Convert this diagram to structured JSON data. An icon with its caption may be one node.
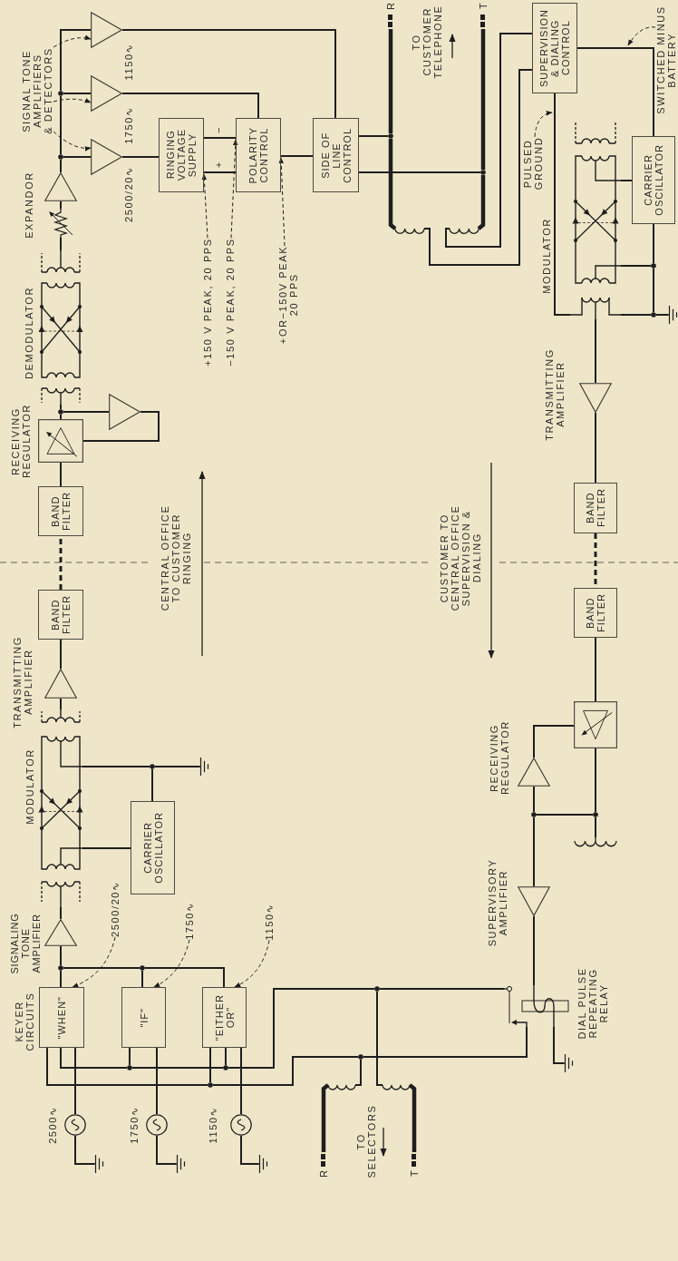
{
  "diagram": {
    "nodes": [
      {
        "text": [
          "SIGNAL TONE AMPLIFIERS & DETECTORS"
        ]
      },
      {
        "text": [],
        "shape": "triangle",
        "beside": [
          "1150∿"
        ]
      },
      {
        "text": [],
        "shape": "triangle",
        "beside": [
          "1750∿"
        ]
      },
      {
        "text": [],
        "shape": "triangle",
        "beside": [
          "2500/20∿"
        ]
      },
      {
        "text": [
          "R"
        ]
      },
      {
        "text": [
          "T"
        ]
      },
      {
        "text": [
          "SUPERVISION & DIALING CONTROL"
        ]
      },
      {
        "text": [
          "SWITCHED MINUS BATTERY"
        ]
      },
      {
        "text": [
          "RINGING VOLTAGE SUPPLY"
        ]
      },
      {
        "text": [
          "POLARITY CONTROL"
        ]
      },
      {
        "text": [
          "SIDE OF LINE CONTROL"
        ]
      },
      {
        "text": [],
        "shape": "triangle",
        "beside": [
          "EXPANDOR"
        ]
      },
      {
        "text": [],
        "shape": "resistor"
      },
      {
        "text": [
          "PULSED GROUND"
        ]
      },
      {
        "text": [
          "CARRIER OSCILLATOR"
        ]
      },
      {
        "text": [],
        "shape": "picture",
        "beside": [
          "MODULATOR"
        ]
      },
      {
        "text": [],
        "shape": "coil"
      },
      {
        "text": [],
        "shape": "coil"
      },
      {
        "text": [
          "+150 V PEAK, 20 PPS"
        ]
      },
      {
        "text": [
          "−150 V PEAK, 20 PPS"
        ]
      },
      {
        "text": [
          "+OR−150V PEAK 20 PPS"
        ]
      },
      {
        "text": [],
        "shape": "picture",
        "beside": [
          "DEMODULATOR"
        ]
      },
      {
        "text": [],
        "shape": "ground"
      },
      {
        "text": [],
        "shape": "triangle",
        "beside": [
          "TRANSMITTING AMPLIFIER"
        ]
      },
      {
        "text": [],
        "shape": "triangle"
      },
      {
        "text": [],
        "shape": "box",
        "beside": [
          "RECEIVING REGULATOR"
        ]
      },
      {
        "text": [
          "BAND FILTER"
        ]
      },
      {
        "text": [
          "BAND FILTER"
        ]
      },
      {
        "text": [
          "BAND FILTER"
        ]
      },
      {
        "text": [
          "BAND FILTER"
        ]
      },
      {
        "text": [],
        "shape": "triangle"
      },
      {
        "text": [],
        "shape": "box"
      },
      {
        "text": [],
        "shape": "triangle"
      },
      {
        "text": [],
        "shape": "picture",
        "beside": [
          "MODULATOR"
        ]
      },
      {
        "text": [],
        "shape": "ground"
      },
      {
        "text": [
          "CARRIER OSCILLATOR"
        ]
      },
      {
        "text": [],
        "shape": "coil"
      },
      {
        "text": [],
        "shape": "triangle",
        "beside": [
          "SUPERVISORY AMPLIFIER"
        ]
      },
      {
        "text": [
          "2500/20∿"
        ]
      },
      {
        "text": [
          "1750∿"
        ]
      },
      {
        "text": [
          "1150∿"
        ]
      },
      {
        "text": [],
        "shape": "triangle",
        "beside": [
          "SIGNALING TONE AMPLIFIER"
        ]
      },
      {
        "text": [
          "\"WHEN\""
        ]
      },
      {
        "text": [
          "\"IF\""
        ]
      },
      {
        "text": [
          "\"EITHER OR\""
        ]
      },
      {
        "text": [],
        "shape": "relay",
        "beside": [
          "DIAL PULSE REPEATING RELAY"
        ]
      },
      {
        "text": [],
        "shape": "ground"
      },
      {
        "text": [],
        "shape": "coil"
      },
      {
        "text": [],
        "shape": "coil"
      },
      {
        "text": [],
        "shape": "circle",
        "beside": [
          "2500∿"
        ]
      },
      {
        "text": [],
        "shape": "circle",
        "beside": [
          "1750∿"
        ]
      },
      {
        "text": [],
        "shape": "circle",
        "beside": [
          "1150∿"
        ]
      },
      {
        "text": [],
        "shape": "ground"
      },
      {
        "text": [],
        "shape": "ground"
      },
      {
        "text": [],
        "shape": "ground"
      },
      {
        "text": [
          "R"
        ]
      },
      {
        "text": [
          "T"
        ]
      },
      {
        "text": [],
        "shape": "dot"
      },
      {
        "text": [],
        "shape": "dot"
      },
      {
        "text": [],
        "shape": "dot"
      },
      {
        "text": [],
        "shape": "dot"
      },
      {
        "text": [],
        "shape": "dot"
      },
      {
        "text": [],
        "shape": "dot"
      },
      {
        "text": [],
        "shape": "dot"
      },
      {
        "text": [],
        "shape": "dot"
      },
      {
        "text": [],
        "shape": "dot"
      },
      {
        "text": [],
        "shape": "dot"
      },
      {
        "text": [],
        "shape": "dot"
      },
      {
        "text": [],
        "shape": "dot"
      },
      {
        "text": [],
        "shape": "dot"
      },
      {
        "text": [],
        "shape": "dot"
      },
      {
        "text": [],
        "shape": "dot"
      },
      {
        "text": [],
        "shape": "dot"
      },
      {
        "text": [],
        "shape": "dot"
      }
    ],
    "edges": [
      {
        "from": 0,
        "to": 1,
        "arrow": "to",
        "style": "dashed"
      },
      {
        "from": 0,
        "to": 2,
        "arrow": "to",
        "style": "dashed"
      },
      {
        "from": 0,
        "to": 3,
        "arrow": "to",
        "style": "dashed"
      },
      {
        "from": 11,
        "to": 58,
        "arrow": "none"
      },
      {
        "from": 58,
        "to": 3,
        "arrow": "none"
      },
      {
        "from": 58,
        "to": 57,
        "arrow": "none"
      },
      {
        "from": 57,
        "to": 2,
        "arrow": "none"
      },
      {
        "from": 57,
        "to": 1,
        "arrow": "none"
      },
      {
        "from": 3,
        "to": 8,
        "arrow": "none"
      },
      {
        "from": 2,
        "to": 9,
        "arrow": "none"
      },
      {
        "from": 1,
        "to": 10,
        "arrow": "none"
      },
      {
        "from": 8,
        "to": 9,
        "arrow": "none",
        "label": "−"
      },
      {
        "from": 8,
        "to": 9,
        "arrow": "none",
        "label": "+"
      },
      {
        "from": 18,
        "to": 8,
        "arrow": "to",
        "style": "dashed"
      },
      {
        "from": 19,
        "to": 9,
        "arrow": "to",
        "style": "dashed"
      },
      {
        "from": 9,
        "to": 10,
        "arrow": "none"
      },
      {
        "from": 20,
        "to": 9,
        "arrow": "to",
        "style": "dashed"
      },
      {
        "from": 10,
        "to": 59,
        "arrow": "none"
      },
      {
        "from": 4,
        "to": 59,
        "arrow": "none",
        "style": "thick"
      },
      {
        "from": 59,
        "to": 16,
        "arrow": "none",
        "style": "thick"
      },
      {
        "from": 10,
        "to": 60,
        "arrow": "none"
      },
      {
        "from": 5,
        "to": 60,
        "arrow": "none",
        "style": "thick"
      },
      {
        "from": 60,
        "to": 17,
        "arrow": "none",
        "style": "thick"
      },
      {
        "from": 16,
        "to": 6,
        "arrow": "none"
      },
      {
        "from": 17,
        "to": 6,
        "arrow": "none"
      },
      {
        "from": 6,
        "to": 14,
        "arrow": "none"
      },
      {
        "from": 7,
        "to": null,
        "arrow": "to",
        "style": "dashed"
      },
      {
        "from": 6,
        "to": 15,
        "arrow": "none"
      },
      {
        "from": 13,
        "to": null,
        "arrow": "to",
        "style": "dashed"
      },
      {
        "from": 14,
        "to": 15,
        "arrow": "none"
      },
      {
        "from": 14,
        "to": 61,
        "arrow": "none"
      },
      {
        "from": 61,
        "to": 15,
        "arrow": "none"
      },
      {
        "from": 61,
        "to": 62,
        "arrow": "none"
      },
      {
        "from": 15,
        "to": 62,
        "arrow": "none"
      },
      {
        "from": 62,
        "to": 22,
        "arrow": "none"
      },
      {
        "from": 15,
        "to": 23,
        "arrow": "none"
      },
      {
        "from": 23,
        "to": 27,
        "arrow": "none"
      },
      {
        "from": 27,
        "to": 29,
        "arrow": "none",
        "style": "dashed"
      },
      {
        "from": 29,
        "to": 31,
        "arrow": "none"
      },
      {
        "from": 31,
        "to": 65,
        "arrow": "none"
      },
      {
        "from": 65,
        "to": 36,
        "arrow": "none"
      },
      {
        "from": 65,
        "to": 66,
        "arrow": "none"
      },
      {
        "from": 66,
        "to": 32,
        "arrow": "none"
      },
      {
        "from": 66,
        "to": 37,
        "arrow": "none"
      },
      {
        "from": 32,
        "to": 31,
        "arrow": "none"
      },
      {
        "from": 37,
        "to": 45,
        "arrow": "none"
      },
      {
        "from": 45,
        "to": 46,
        "arrow": "none"
      },
      {
        "from": 21,
        "to": 12,
        "arrow": "none"
      },
      {
        "from": 12,
        "to": 11,
        "arrow": "none"
      },
      {
        "from": 63,
        "to": 21,
        "arrow": "none"
      },
      {
        "from": 25,
        "to": 63,
        "arrow": "none"
      },
      {
        "from": 63,
        "to": 24,
        "arrow": "none"
      },
      {
        "from": 24,
        "to": 25,
        "arrow": "none"
      },
      {
        "from": 26,
        "to": 25,
        "arrow": "none"
      },
      {
        "from": 28,
        "to": 26,
        "arrow": "none",
        "style": "dashed"
      },
      {
        "from": 30,
        "to": 28,
        "arrow": "none"
      },
      {
        "from": 33,
        "to": 30,
        "arrow": "none"
      },
      {
        "from": 35,
        "to": 33,
        "arrow": "none"
      },
      {
        "from": 35,
        "to": 64,
        "arrow": "none"
      },
      {
        "from": 33,
        "to": 64,
        "arrow": "none"
      },
      {
        "from": 64,
        "to": 34,
        "arrow": "none"
      },
      {
        "from": 41,
        "to": 33,
        "arrow": "none"
      },
      {
        "from": 42,
        "to": 67,
        "arrow": "none"
      },
      {
        "from": 67,
        "to": 41,
        "arrow": "none"
      },
      {
        "from": 43,
        "to": 68,
        "arrow": "none"
      },
      {
        "from": 68,
        "to": 67,
        "arrow": "none"
      },
      {
        "from": 44,
        "to": 68,
        "arrow": "none"
      },
      {
        "from": 38,
        "to": 42,
        "arrow": "to",
        "style": "dashed"
      },
      {
        "from": 39,
        "to": 43,
        "arrow": "to",
        "style": "dashed"
      },
      {
        "from": 40,
        "to": 44,
        "arrow": "to",
        "style": "dashed"
      },
      {
        "from": 49,
        "to": 42,
        "arrow": "none"
      },
      {
        "from": 50,
        "to": 43,
        "arrow": "none"
      },
      {
        "from": 51,
        "to": 44,
        "arrow": "none"
      },
      {
        "from": 49,
        "to": 52,
        "arrow": "none"
      },
      {
        "from": 50,
        "to": 53,
        "arrow": "none"
      },
      {
        "from": 51,
        "to": 54,
        "arrow": "none"
      },
      {
        "from": 55,
        "to": 47,
        "arrow": "none",
        "style": "thick"
      },
      {
        "from": 56,
        "to": 48,
        "arrow": "none",
        "style": "thick"
      },
      {
        "from": 48,
        "to": 69,
        "arrow": "none"
      },
      {
        "from": 69,
        "to": 45,
        "arrow": "none"
      },
      {
        "from": 69,
        "to": 72,
        "arrow": "none"
      },
      {
        "from": 72,
        "to": 44,
        "arrow": "none"
      },
      {
        "from": 72,
        "to": 71,
        "arrow": "none"
      },
      {
        "from": 71,
        "to": 43,
        "arrow": "none"
      },
      {
        "from": 71,
        "to": 42,
        "arrow": "none"
      },
      {
        "from": 47,
        "to": 70,
        "arrow": "none"
      },
      {
        "from": 70,
        "to": 45,
        "arrow": "none"
      },
      {
        "from": 70,
        "to": 73,
        "arrow": "none"
      },
      {
        "from": 73,
        "to": 44,
        "arrow": "none"
      },
      {
        "from": 73,
        "to": 42,
        "arrow": "none"
      }
    ],
    "labels": [
      "TO CUSTOMER TELEPHONE",
      "CENTRAL OFFICE TO CUSTOMER RINGING",
      "CUSTOMER TO CENTRAL OFFICE SUPERVISION & DIALING",
      "TRANSMITTING AMPLIFIER",
      "RECEIVING REGULATOR",
      "KEYER CIRCUITS",
      "TO SELECTORS"
    ]
  }
}
